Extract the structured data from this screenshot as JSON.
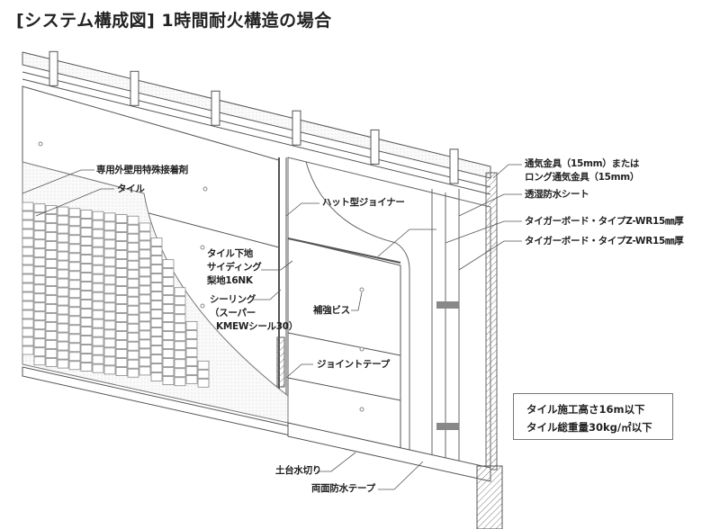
{
  "title": "[システム構成図] 1時間耐火構造の場合",
  "labels": {
    "vent_fitting_1": "通気金具（15mm）または",
    "vent_fitting_2": "ロング通気金具（15mm）",
    "membrane": "透湿防水シート",
    "board_1": "タイガーボード・タイプZ-WR15㎜厚",
    "board_2": "タイガーボード・タイプZ-WR15㎜厚",
    "adhesive": "専用外壁用特殊接着剤",
    "tile": "タイル",
    "hat_joiner": "ハット型ジョイナー",
    "siding_1": "タイル下地",
    "siding_2": "サイディング",
    "siding_3": "梨地16NK",
    "sealing_1": "シーリング",
    "sealing_2": "（スーパー",
    "sealing_3": "KMEWシール30）",
    "screw": "補強ビス",
    "joint_tape": "ジョイントテープ",
    "sill_flashing": "土台水切り",
    "double_tape": "両面防水テープ"
  },
  "spec": {
    "line1": "タイル施工高さ16m以下",
    "line2": "タイル総重量30kg/㎡以下"
  },
  "colors": {
    "line": "#555555",
    "tile": "#9a9a9a",
    "fill": "#f2f2f2"
  }
}
